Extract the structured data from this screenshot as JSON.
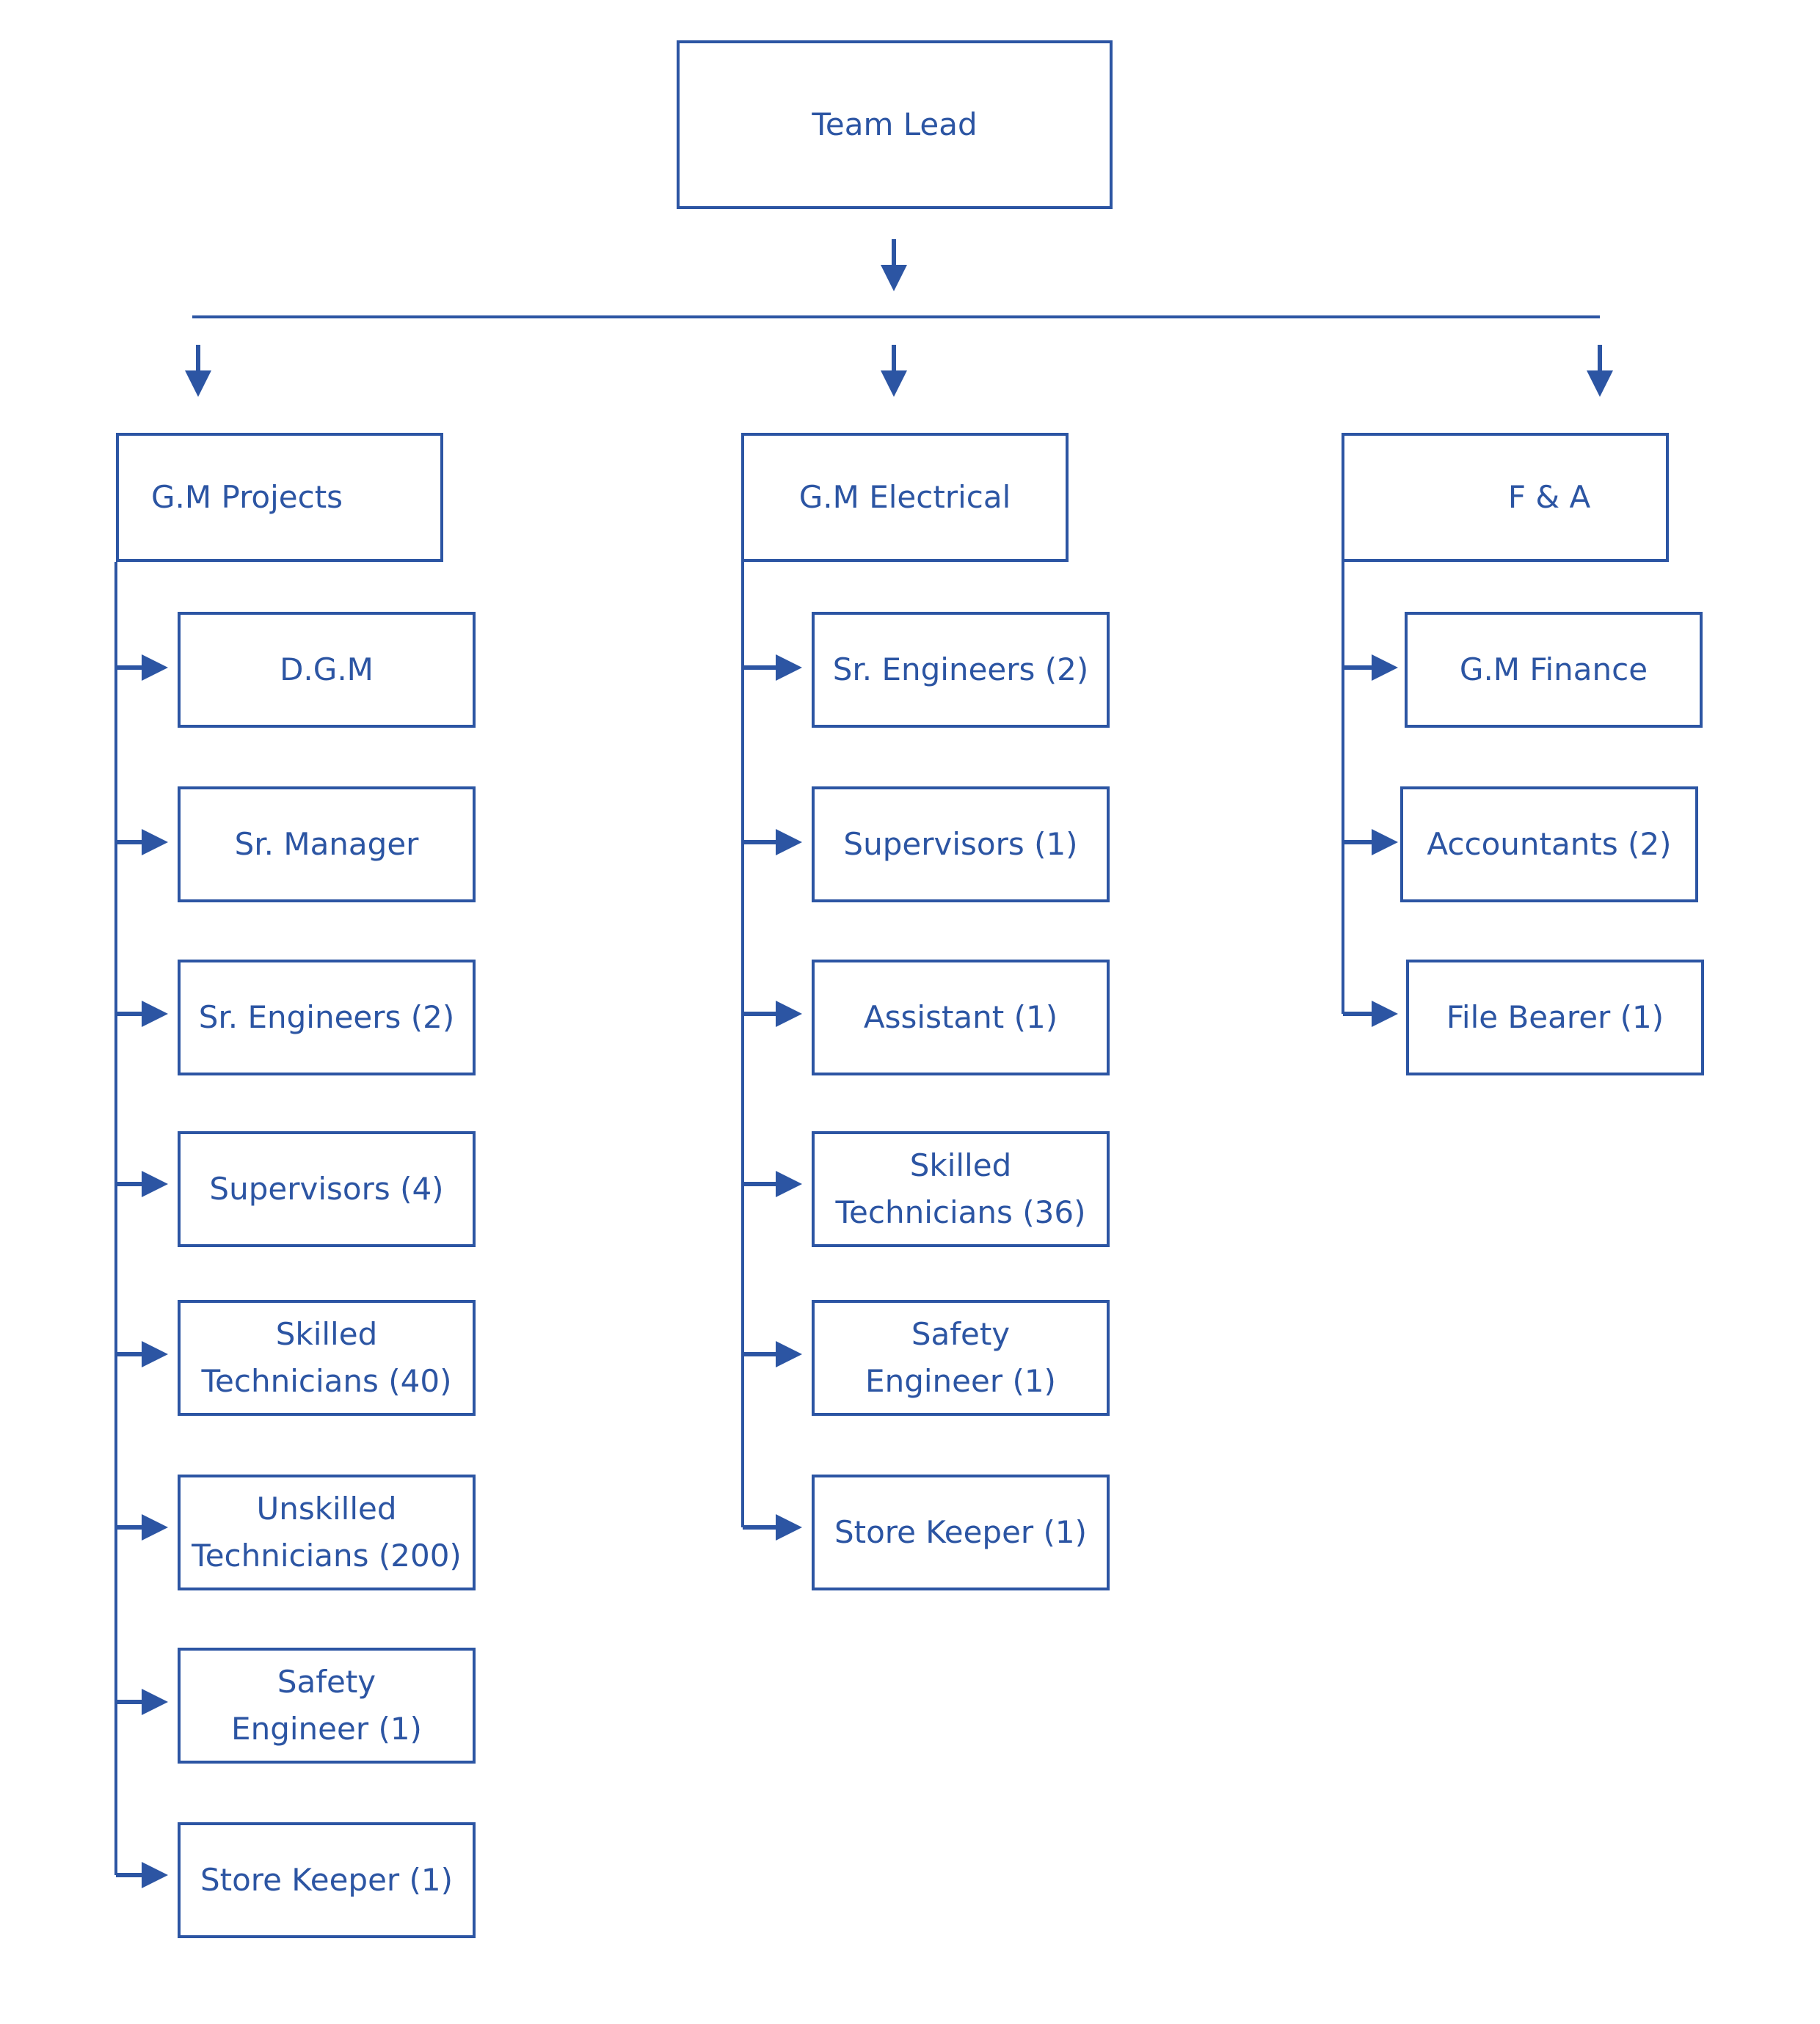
{
  "colors": {
    "line": "#2c55a3",
    "text": "#2c55a3",
    "background": "#ffffff"
  },
  "root": {
    "label": "Team Lead"
  },
  "departments": [
    {
      "label": "G.M Projects",
      "children": [
        "D.G.M",
        "Sr. Manager",
        "Sr. Engineers (2)",
        "Supervisors (4)",
        "Skilled\nTechnicians (40)",
        "Unskilled\nTechnicians (200)",
        "Safety\nEngineer (1)",
        "Store Keeper (1)"
      ]
    },
    {
      "label": "G.M Electrical",
      "children": [
        "Sr. Engineers (2)",
        "Supervisors (1)",
        "Assistant (1)",
        "Skilled\nTechnicians (36)",
        "Safety\nEngineer (1)",
        "Store Keeper (1)"
      ]
    },
    {
      "label": "F & A",
      "children": [
        "G.M Finance",
        "Accountants (2)",
        "File Bearer (1)"
      ]
    }
  ]
}
